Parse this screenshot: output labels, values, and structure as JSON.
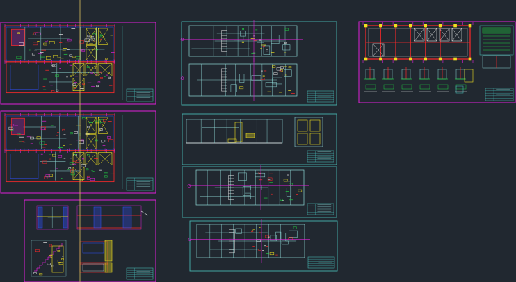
{
  "window": {
    "description_free": true
  },
  "colors": {
    "background": "#212830",
    "magenta": "#e020d8",
    "cyan": "#46b4b0",
    "pale_cyan": "#8fd8d6",
    "red": "#ff2a2a",
    "yellow": "#f0e020",
    "green": "#20d040",
    "white": "#e8e8e8",
    "blue": "#3050ff",
    "crosshair": "#d8c060"
  },
  "icons": [
    "crosshair-cursor-icon"
  ],
  "sheets": [
    {
      "id": "sheet-floor-plans-a",
      "frame": "magenta"
    },
    {
      "id": "sheet-floor-plans-b",
      "frame": "magenta"
    },
    {
      "id": "sheet-sections-details",
      "frame": "magenta"
    },
    {
      "id": "sheet-structural-plan",
      "frame": "magenta"
    },
    {
      "id": "sheet-plan-1",
      "frame": "cyan"
    },
    {
      "id": "sheet-elevations",
      "frame": "cyan"
    },
    {
      "id": "sheet-plan-2",
      "frame": "cyan"
    },
    {
      "id": "sheet-plan-3",
      "frame": "cyan"
    }
  ]
}
